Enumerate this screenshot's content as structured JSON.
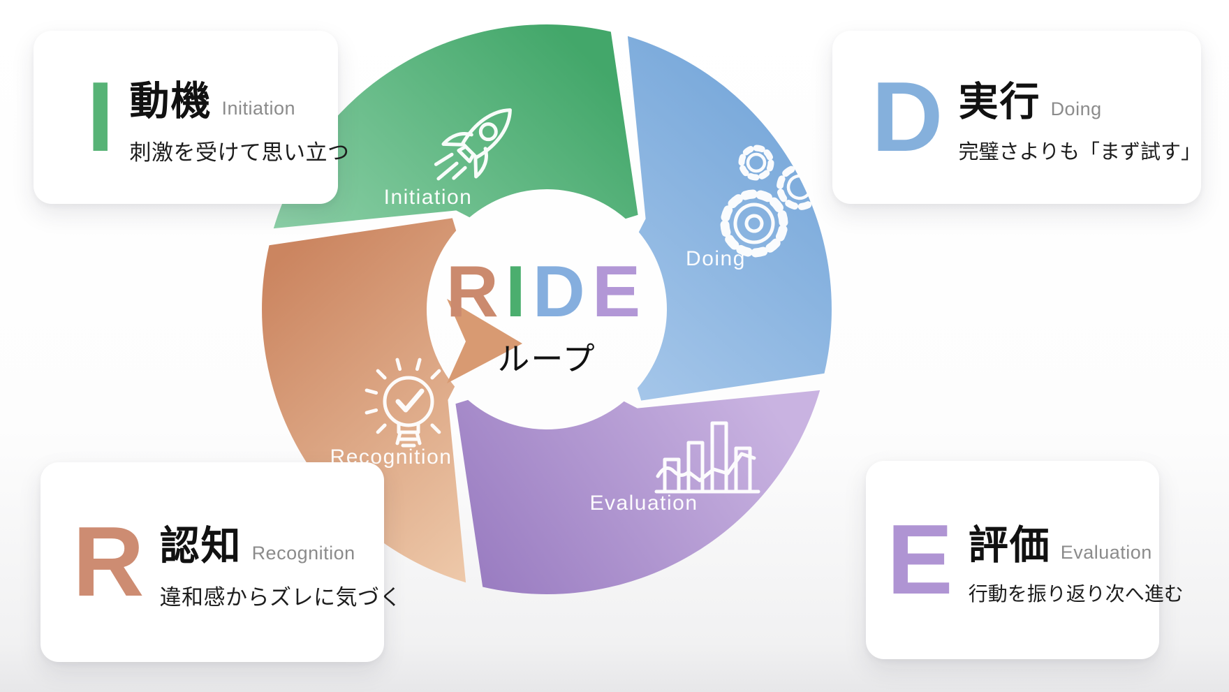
{
  "diagram": {
    "name": "RIDE ループ",
    "center": {
      "letters": [
        {
          "char": "R",
          "color": "#cb8a6e"
        },
        {
          "char": "I",
          "color": "#4bae6e"
        },
        {
          "char": "D",
          "color": "#85aede"
        },
        {
          "char": "E",
          "color": "#b297d6"
        }
      ],
      "subtitle": "ループ"
    },
    "segments": [
      {
        "label": "Initiation",
        "icon": "rocket-icon",
        "gradient": {
          "from": "#43a76a",
          "to": "#92d3ac"
        }
      },
      {
        "label": "Doing",
        "icon": "gears-icon",
        "gradient": {
          "from": "#78a8da",
          "to": "#a6c7ea"
        }
      },
      {
        "label": "Evaluation",
        "icon": "bar-chart-icon",
        "gradient": {
          "from": "#9b7ec2",
          "to": "#c9b3e1"
        }
      },
      {
        "label": "Recognition",
        "icon": "lightbulb-check-icon",
        "gradient": {
          "from": "#cb8560",
          "to": "#eec9aa"
        }
      }
    ]
  },
  "cards": [
    {
      "letter": "I",
      "letter_color": "#57b376",
      "title": "動機",
      "subtitle_en": "Initiation",
      "description": "刺激を受けて思い立つ"
    },
    {
      "letter": "D",
      "letter_color": "#85b0dc",
      "title": "実行",
      "subtitle_en": "Doing",
      "description": "完璧さよりも「まず試す」"
    },
    {
      "letter": "R",
      "letter_color": "#cd8c72",
      "title": "認知",
      "subtitle_en": "Recognition",
      "description": "違和感からズレに気づく"
    },
    {
      "letter": "E",
      "letter_color": "#af94d3",
      "title": "評価",
      "subtitle_en": "Evaluation",
      "description": "行動を振り返り次へ進む"
    }
  ]
}
